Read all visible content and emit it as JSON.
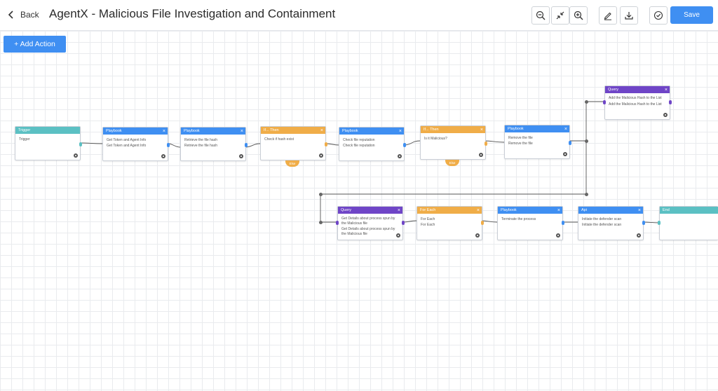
{
  "header": {
    "back_label": "Back",
    "title": "AgentX - Malicious File Investigation and Containment",
    "save_label": "Save"
  },
  "canvas": {
    "add_action_label": "+ Add Action"
  },
  "colors": {
    "teal": "#5bc0c3",
    "blue": "#3f8ff2",
    "orange": "#f0ad48",
    "purple": "#6f45c7",
    "accent": "#3f8ff2"
  },
  "nodes": {
    "trigger": {
      "type": "Trigger",
      "lines": [
        "Trigger",
        ""
      ]
    },
    "pb1": {
      "type": "Playbook",
      "lines": [
        "Get Token and Agent Info",
        "Get Token and Agent Info"
      ]
    },
    "pb2": {
      "type": "Playbook",
      "lines": [
        "Retrieve the file hash",
        "Retrieve the file hash"
      ]
    },
    "if1": {
      "type": "If... Then",
      "lines": [
        "Check if hash exist",
        ""
      ],
      "else": "Else"
    },
    "pb3": {
      "type": "Playbook",
      "lines": [
        "Check file reputation",
        "Check file reputation"
      ]
    },
    "if2": {
      "type": "If... Then",
      "lines": [
        "Is it Malicious?",
        ""
      ],
      "else": "Else"
    },
    "pb4": {
      "type": "Playbook",
      "lines": [
        "Remove the file",
        "Remove the file"
      ]
    },
    "q1": {
      "type": "Query",
      "lines": [
        "Add the Malicious Hash to the List",
        "Add the Malicious Hash to the List"
      ]
    },
    "q2": {
      "type": "Query",
      "lines": [
        "Get Details about process spun by the Malicious file",
        "Get Details about process spun by the Malicious file"
      ]
    },
    "fe": {
      "type": "For Each",
      "lines": [
        "For Each",
        "For Each"
      ]
    },
    "pb5": {
      "type": "Playbook",
      "lines": [
        "Terminate the process",
        ""
      ]
    },
    "api": {
      "type": "Api",
      "lines": [
        "Initiate the defender scan",
        "Initiate the defender scan"
      ]
    },
    "end": {
      "type": "End",
      "lines": [
        "",
        ""
      ]
    }
  },
  "icons": {
    "back": "chevron-left-icon",
    "zoom_out": "zoom-out-icon",
    "fit": "fit-screen-icon",
    "zoom_in": "zoom-in-icon",
    "edit": "pencil-icon",
    "download": "download-icon",
    "validate": "check-circle-icon",
    "close": "close-icon",
    "settings": "gear-icon"
  }
}
